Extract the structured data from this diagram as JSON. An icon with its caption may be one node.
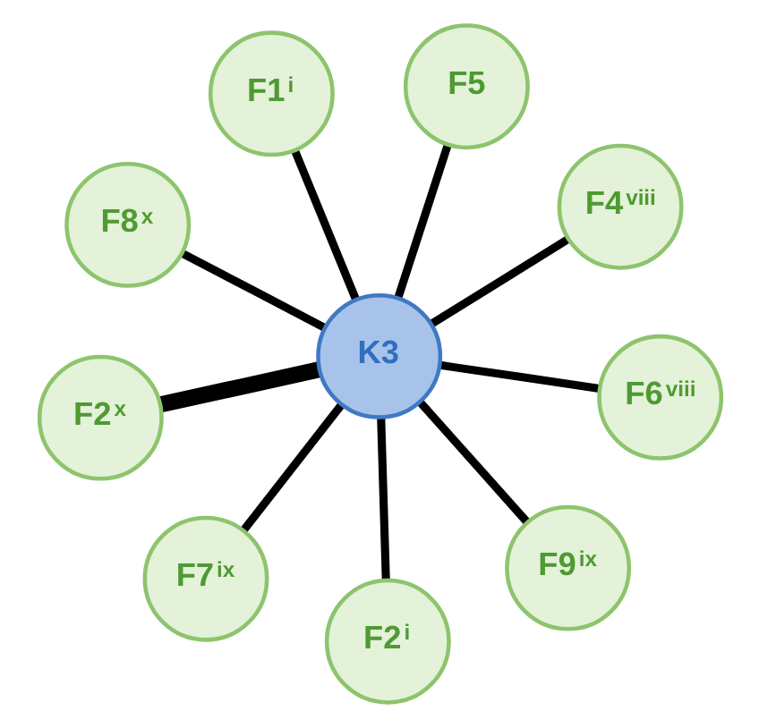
{
  "diagram": {
    "nodes": [
      {
        "text": [
          "F8$^{x}$"
        ]
      },
      {
        "text": [
          "F4$^{viii}$"
        ]
      },
      {
        "text": [
          "F2$^{i}$"
        ]
      },
      {
        "text": [
          "F1$^{i}$"
        ]
      },
      {
        "text": [
          "F5"
        ]
      },
      {
        "text": [
          "K3"
        ]
      },
      {
        "text": [
          "F2$^{x}$"
        ]
      },
      {
        "text": [
          "F6$^{viii}$"
        ]
      },
      {
        "text": [
          "F7$^{ix}$"
        ]
      },
      {
        "text": [
          "F9$^{ix}$"
        ]
      }
    ],
    "edges": [
      {
        "from": 5,
        "to": 0,
        "arrow": "none"
      },
      {
        "from": 5,
        "to": 1,
        "arrow": "none"
      },
      {
        "from": 5,
        "to": 2,
        "arrow": "none"
      },
      {
        "from": 5,
        "to": 3,
        "arrow": "none"
      },
      {
        "from": 5,
        "to": 4,
        "arrow": "none"
      },
      {
        "from": 5,
        "to": 6,
        "arrow": "none",
        "style": "thick"
      },
      {
        "from": 5,
        "to": 7,
        "arrow": "none"
      },
      {
        "from": 5,
        "to": 8,
        "arrow": "none"
      },
      {
        "from": 5,
        "to": 9,
        "arrow": "none"
      }
    ]
  }
}
